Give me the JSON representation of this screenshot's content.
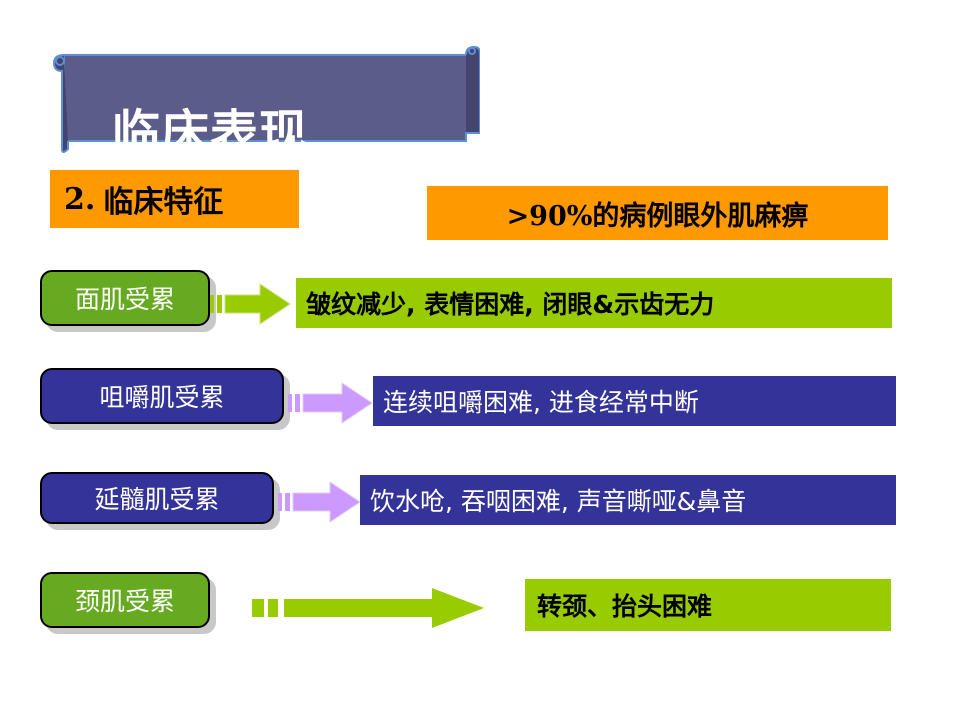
{
  "title": "临床表现",
  "section": {
    "number": "2.",
    "label": "临床特征"
  },
  "stat": ">90%的病例眼外肌麻痹",
  "rows": [
    {
      "label": "面肌受累",
      "result": "皱纹减少, 表情困难, 闭眼&示齿无力"
    },
    {
      "label": "咀嚼肌受累",
      "result": "连续咀嚼困难, 进食经常中断"
    },
    {
      "label": "延髓肌受累",
      "result": "饮水呛, 吞咽困难, 声音嘶哑&鼻音"
    },
    {
      "label": "颈肌受累",
      "result": "转颈、抬头困难"
    }
  ],
  "colors": {
    "banner": "#5c5c8a",
    "orange": "#ff9900",
    "green": "#99cc00",
    "navy": "#333399",
    "violet": "#cc99ff"
  }
}
